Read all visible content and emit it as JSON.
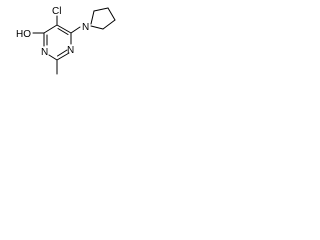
{
  "molecule": {
    "atoms": {
      "cl": "Cl",
      "ho": "HO",
      "n_top_right": "N",
      "n_ring_left": "N",
      "n_ring_bottom": "N"
    }
  },
  "colors": {
    "ink": "#000000",
    "background": "#ffffff"
  }
}
